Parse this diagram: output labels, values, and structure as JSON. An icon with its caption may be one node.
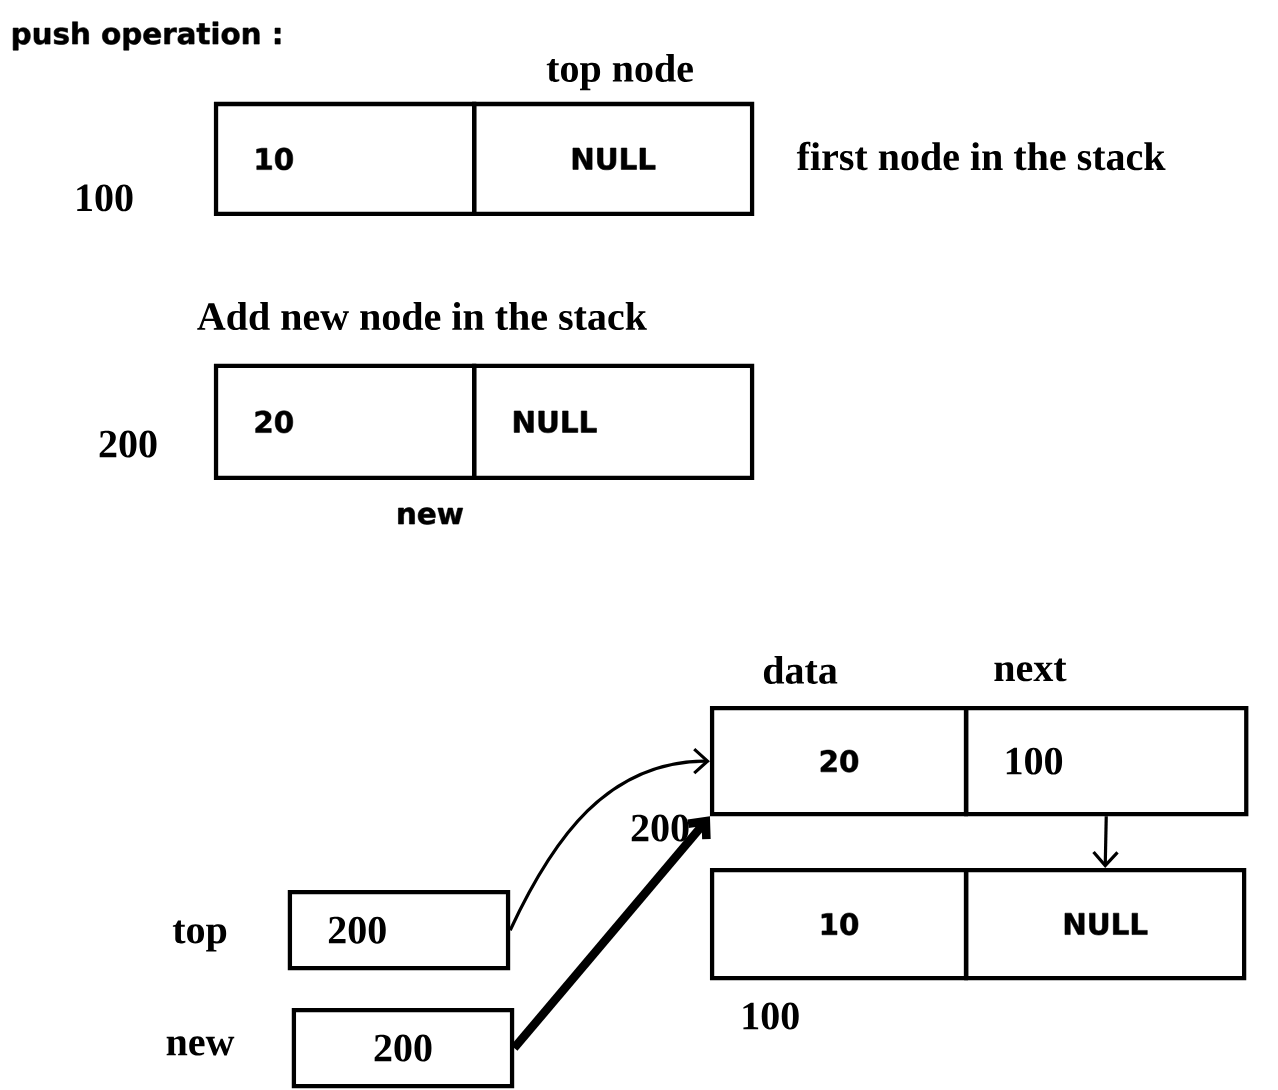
{
  "diagram": {
    "nodes": [
      {
        "text": [
          "10"
        ]
      },
      {
        "text": [
          "NULL"
        ]
      },
      {
        "text": [
          "20"
        ]
      },
      {
        "text": [
          "NULL"
        ]
      },
      {
        "text": [
          "20"
        ]
      },
      {
        "text": [
          "100"
        ]
      },
      {
        "text": [
          "10"
        ]
      },
      {
        "text": [
          "NULL"
        ]
      },
      {
        "text": [
          "200"
        ]
      },
      {
        "text": [
          "200"
        ]
      }
    ],
    "edges": [
      {
        "from": 8,
        "to": 4,
        "arrow": "to"
      },
      {
        "from": 9,
        "to": 4,
        "arrow": "to",
        "style": "thick"
      },
      {
        "from": 5,
        "to": 7,
        "arrow": "to"
      }
    ],
    "labels": [
      "push operation :",
      "top node",
      "100",
      "first node in the stack",
      "Add new node in the stack",
      "200",
      "new",
      "data",
      "next",
      "200",
      "top",
      "100",
      "new"
    ]
  }
}
